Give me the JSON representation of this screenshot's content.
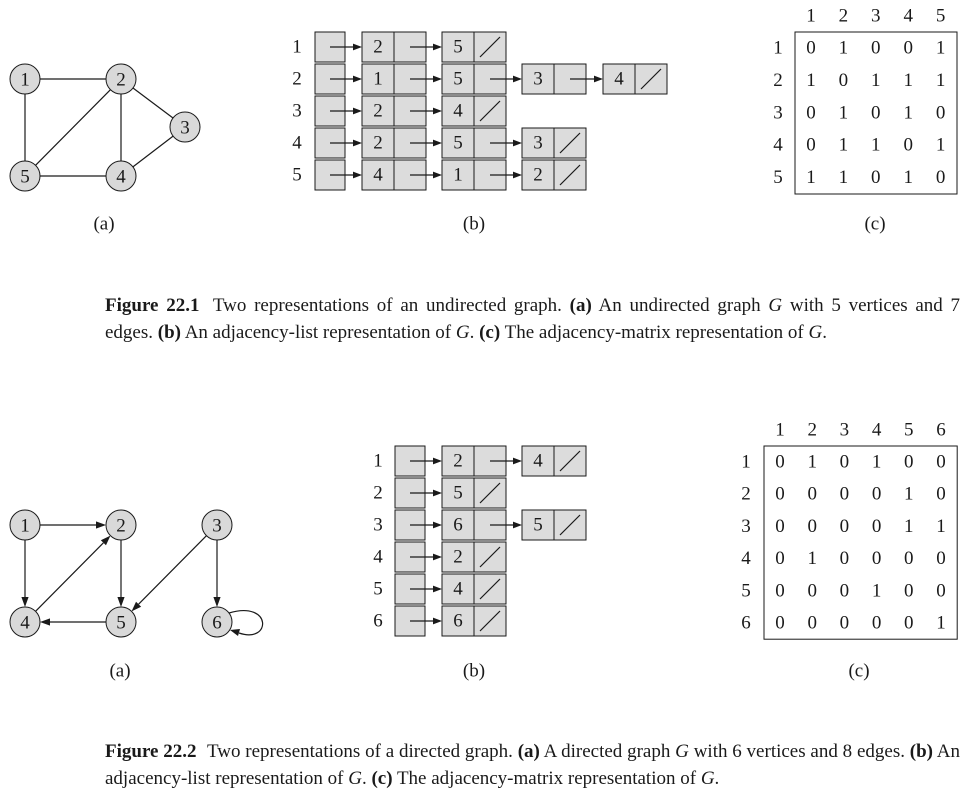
{
  "figures": [
    {
      "id": "fig-22-1",
      "directed": false,
      "vertices": [
        "1",
        "2",
        "3",
        "4",
        "5"
      ],
      "edges": [
        [
          "1",
          "2"
        ],
        [
          "1",
          "5"
        ],
        [
          "2",
          "5"
        ],
        [
          "2",
          "4"
        ],
        [
          "2",
          "3"
        ],
        [
          "3",
          "4"
        ],
        [
          "4",
          "5"
        ]
      ],
      "adjacency_list": [
        {
          "vertex": "1",
          "neighbors": [
            "2",
            "5"
          ]
        },
        {
          "vertex": "2",
          "neighbors": [
            "1",
            "5",
            "3",
            "4"
          ]
        },
        {
          "vertex": "3",
          "neighbors": [
            "2",
            "4"
          ]
        },
        {
          "vertex": "4",
          "neighbors": [
            "2",
            "5",
            "3"
          ]
        },
        {
          "vertex": "5",
          "neighbors": [
            "4",
            "1",
            "2"
          ]
        }
      ],
      "matrix_headers": [
        "1",
        "2",
        "3",
        "4",
        "5"
      ],
      "matrix": [
        [
          "0",
          "1",
          "0",
          "0",
          "1"
        ],
        [
          "1",
          "0",
          "1",
          "1",
          "1"
        ],
        [
          "0",
          "1",
          "0",
          "1",
          "0"
        ],
        [
          "0",
          "1",
          "1",
          "0",
          "1"
        ],
        [
          "1",
          "1",
          "0",
          "1",
          "0"
        ]
      ],
      "sub_labels": {
        "a": "(a)",
        "b": "(b)",
        "c": "(c)"
      },
      "caption": {
        "number": "Figure 22.1",
        "t1": "Two representations of an undirected graph.",
        "a_label": "(a)",
        "t2": "An undirected graph",
        "g": "G",
        "t3": "with 5 vertices and 7 edges.",
        "b_label": "(b)",
        "t4": "An adjacency-list representation of",
        "t5": ".",
        "c_label": "(c)",
        "t6": "The adjacency-matrix representation of",
        "t7": "."
      }
    },
    {
      "id": "fig-22-2",
      "directed": true,
      "vertices": [
        "1",
        "2",
        "3",
        "4",
        "5",
        "6"
      ],
      "edges": [
        [
          "1",
          "2"
        ],
        [
          "1",
          "4"
        ],
        [
          "2",
          "5"
        ],
        [
          "3",
          "5"
        ],
        [
          "3",
          "6"
        ],
        [
          "4",
          "2"
        ],
        [
          "5",
          "4"
        ],
        [
          "6",
          "6"
        ]
      ],
      "adjacency_list": [
        {
          "vertex": "1",
          "neighbors": [
            "2",
            "4"
          ]
        },
        {
          "vertex": "2",
          "neighbors": [
            "5"
          ]
        },
        {
          "vertex": "3",
          "neighbors": [
            "6",
            "5"
          ]
        },
        {
          "vertex": "4",
          "neighbors": [
            "2"
          ]
        },
        {
          "vertex": "5",
          "neighbors": [
            "4"
          ]
        },
        {
          "vertex": "6",
          "neighbors": [
            "6"
          ]
        }
      ],
      "matrix_headers": [
        "1",
        "2",
        "3",
        "4",
        "5",
        "6"
      ],
      "matrix": [
        [
          "0",
          "1",
          "0",
          "1",
          "0",
          "0"
        ],
        [
          "0",
          "0",
          "0",
          "0",
          "1",
          "0"
        ],
        [
          "0",
          "0",
          "0",
          "0",
          "1",
          "1"
        ],
        [
          "0",
          "1",
          "0",
          "0",
          "0",
          "0"
        ],
        [
          "0",
          "0",
          "0",
          "1",
          "0",
          "0"
        ],
        [
          "0",
          "0",
          "0",
          "0",
          "0",
          "1"
        ]
      ],
      "sub_labels": {
        "a": "(a)",
        "b": "(b)",
        "c": "(c)"
      },
      "caption": {
        "number": "Figure 22.2",
        "t1": "Two representations of a directed graph.",
        "a_label": "(a)",
        "t2": "A directed graph",
        "g": "G",
        "t3": "with 6 vertices and 8 edges.",
        "b_label": "(b)",
        "t4": "An adjacency-list representation of",
        "t5": ".",
        "c_label": "(c)",
        "t6": "The adjacency-matrix representation of",
        "t7": "."
      }
    }
  ],
  "colors": {
    "node_fill": "#d9d9d9",
    "cell_fill": "#dcdcdc",
    "stroke": "#1a1a1a"
  }
}
